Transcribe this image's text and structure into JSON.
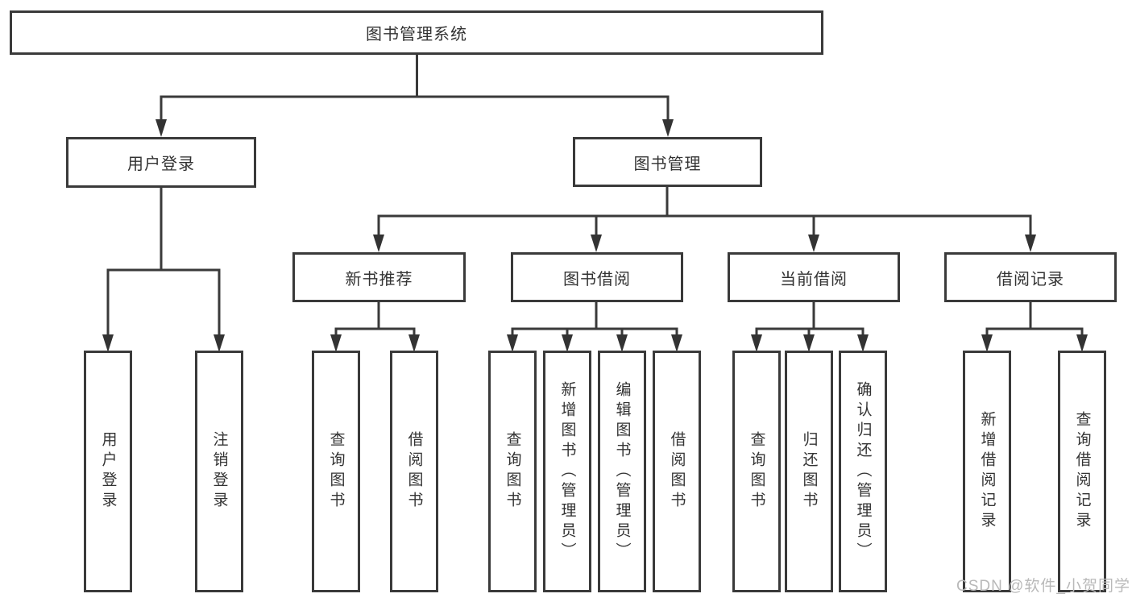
{
  "diagram": {
    "title": "图书管理系统",
    "branches": [
      {
        "label": "用户登录",
        "children": [
          {
            "label": "用户登录"
          },
          {
            "label": "注销登录"
          }
        ]
      },
      {
        "label": "图书管理",
        "children": [
          {
            "label": "新书推荐",
            "children": [
              {
                "label": "查询图书"
              },
              {
                "label": "借阅图书"
              }
            ]
          },
          {
            "label": "图书借阅",
            "children": [
              {
                "label": "查询图书"
              },
              {
                "label": "新增图书（管理员）"
              },
              {
                "label": "编辑图书（管理员）"
              },
              {
                "label": "借阅图书"
              }
            ]
          },
          {
            "label": "当前借阅",
            "children": [
              {
                "label": "查询图书"
              },
              {
                "label": "归还图书"
              },
              {
                "label": "确认归还（管理员）"
              }
            ]
          },
          {
            "label": "借阅记录",
            "children": [
              {
                "label": "新增借阅记录"
              },
              {
                "label": "查询借阅记录"
              }
            ]
          }
        ]
      }
    ]
  },
  "watermark": {
    "text": "CSDN @软件_小贺同学"
  },
  "colors": {
    "line": "#3a3a3a",
    "text": "#333333",
    "background": "#ffffff",
    "watermark": "#b9b9b9"
  }
}
